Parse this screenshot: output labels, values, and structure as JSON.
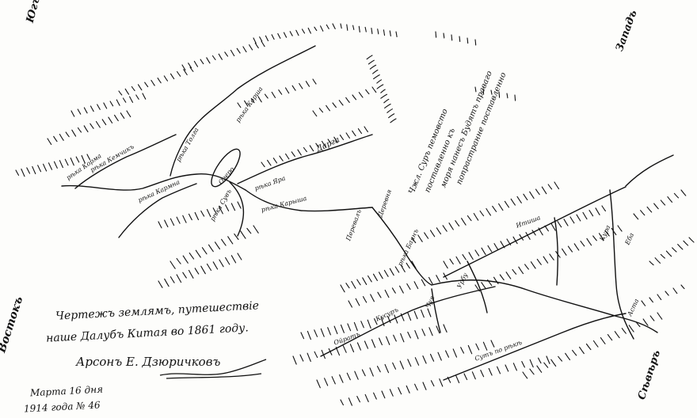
{
  "compass": {
    "south": "Югъ",
    "west": "Западъ",
    "east": "Востокъ",
    "north": "Сѣвѣръ"
  },
  "caption": {
    "line1": "Чертежъ землямъ, путешествiе",
    "line2": "наше Далубъ Китая во 1861 году.",
    "signature": "Арсонъ Е. Дзюричковъ",
    "date_line1": "Марта 16 дня",
    "date_line2": "1914 года № 46"
  },
  "note": {
    "line1": "Чжл. Суръ пемовсто",
    "line2": "поставленно къ",
    "line3": "моря нанесъ Будятъ праваго",
    "line4": "попрастранне поставленно"
  },
  "labels": {
    "river_korma": "рѣка Корма",
    "river_hemchik": "рѣка Кемчикъ",
    "river_kharma": "рѣка Кармна",
    "river_karshin": "рѣка Карыша",
    "river_korsha": "рѣка Корша",
    "lake": "Озеро",
    "river_darga": "Дарга",
    "river_yara": "рѣка Яра",
    "river_tolga": "рѣка Толга",
    "river_suv": "рѣка Сувъ",
    "river_tura": "Сутъ по рѣкѣ",
    "pass": "Перевалъ",
    "village": "Деревня",
    "river_bayan": "рѣка Баянъ",
    "river_itisha": "Итиша",
    "river_chuya": "Чуя",
    "river_urbu": "Урбу",
    "river_kurusu": "Кусуръ",
    "river_oyrat": "Ойратъ",
    "river_kura": "Кура",
    "river_eba": "Еба",
    "river_asta": "Аста"
  }
}
